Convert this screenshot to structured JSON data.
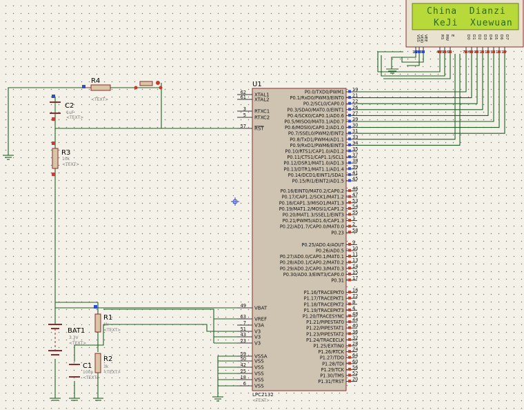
{
  "lcd": {
    "line1": "China  Dianzi",
    "line2": "KeJi  Xuewuan",
    "pins": [
      "VSS",
      "VDD",
      "VEE",
      "RS",
      "RW",
      "E",
      "D0",
      "D1",
      "D2",
      "D3",
      "D4",
      "D5",
      "D6",
      "D7"
    ],
    "pin_numbers": [
      "1",
      "2",
      "3",
      "4",
      "5",
      "6",
      "7",
      "8",
      "9",
      "10",
      "11",
      "12",
      "13",
      "14"
    ]
  },
  "chip": {
    "ref": "U1",
    "part": "LPC2132",
    "text": "<TEXT>",
    "left_pins": [
      {
        "num": "62",
        "name": "XTAL1"
      },
      {
        "num": "61",
        "name": "XTAL2"
      },
      {
        "num": "3",
        "name": "RTXC1"
      },
      {
        "num": "5",
        "name": "RTXC2"
      },
      {
        "num": "57",
        "name": "RST"
      },
      {
        "num": "49",
        "name": "VBAT"
      },
      {
        "num": "63",
        "name": "VREF"
      },
      {
        "num": "7",
        "name": "V3A"
      },
      {
        "num": "51",
        "name": "V3"
      },
      {
        "num": "43",
        "name": "V3"
      },
      {
        "num": "23",
        "name": "V3"
      },
      {
        "num": "59",
        "name": "VSSA"
      },
      {
        "num": "50",
        "name": "VSS"
      },
      {
        "num": "42",
        "name": "VSS"
      },
      {
        "num": "25",
        "name": "VSS"
      },
      {
        "num": "18",
        "name": "VSS"
      },
      {
        "num": "6",
        "name": "VSS"
      }
    ],
    "right_pins": [
      {
        "num": "19",
        "name": "P0.0/TXD0/PWM1"
      },
      {
        "num": "21",
        "name": "P0.1/RxD0/PWM3/EINT0"
      },
      {
        "num": "22",
        "name": "P0.2/SCL0/CAP0.0"
      },
      {
        "num": "26",
        "name": "P0.3/SDA0/MAT0.0/EINT1"
      },
      {
        "num": "27",
        "name": "P0.4/SCK0/CAP0.1/AD0.6"
      },
      {
        "num": "29",
        "name": "P0.5/MISO0/MAT0.1/AD0.7"
      },
      {
        "num": "30",
        "name": "P0.6/MOSI0/CAP0.2/AD1.0"
      },
      {
        "num": "31",
        "name": "P0.7/SSEL0/PWM2/EINT2"
      },
      {
        "num": "33",
        "name": "P0.8/TxD1/PWM4/AD1.1"
      },
      {
        "num": "34",
        "name": "P0.9/RxD1/PWM6/EINT3"
      },
      {
        "num": "35",
        "name": "P0.10/RTS1/CAP1.0/AD1.2"
      },
      {
        "num": "37",
        "name": "P0.11/CTS1/CAP1.1/SCL1"
      },
      {
        "num": "38",
        "name": "P0.12/DSR1/MAT1.0/AD1.3"
      },
      {
        "num": "39",
        "name": "P0.13/DTR1/MAT1.1/AD1.4"
      },
      {
        "num": "41",
        "name": "P0.14/DCD1/EINT1/SDA1"
      },
      {
        "num": "45",
        "name": "P0.15/RI1/EINT2/AD1.5"
      },
      {
        "num": "46",
        "name": "P0.16/EINT0/MAT0.2/CAP0.2"
      },
      {
        "num": "47",
        "name": "P0.17/CAP1.2/SCK1/MAT1.2"
      },
      {
        "num": "53",
        "name": "P0.18/CAP1.3/MISO1/MAT1.3"
      },
      {
        "num": "54",
        "name": "P0.19/MAT1.2/MOSI1/CAP1.2"
      },
      {
        "num": "55",
        "name": "P0.20/MAT1.3/SSEL1/EINT3"
      },
      {
        "num": "1",
        "name": "P0.21/PWM5/AD1.6/CAP1.3"
      },
      {
        "num": "2",
        "name": "P0.22/AD1.7/CAP0.0/MAT0.0"
      },
      {
        "num": "58",
        "name": "P0.23"
      },
      {
        "num": "9",
        "name": "P0.25/AD0.4/AOUT"
      },
      {
        "num": "10",
        "name": "P0.26/AD0.5"
      },
      {
        "num": "11",
        "name": "P0.27/AD0.0/CAP0.1/MAT0.1"
      },
      {
        "num": "13",
        "name": "P0.28/AD0.1/CAP0.2/MAT0.2"
      },
      {
        "num": "14",
        "name": "P0.29/AD0.2/CAP0.3/MAT0.3"
      },
      {
        "num": "15",
        "name": "P0.30/AD0.3/EINT3/CAP0.0"
      },
      {
        "num": "17",
        "name": "P0.31"
      },
      {
        "num": "16",
        "name": "P1.16/TRACEPKT0"
      },
      {
        "num": "12",
        "name": "P1.17/TRACEPKT1"
      },
      {
        "num": "8",
        "name": "P1.18/TRACEPKT2"
      },
      {
        "num": "4",
        "name": "P1.19/TRACEPKT3"
      },
      {
        "num": "48",
        "name": "P1.20/TRACESYNC"
      },
      {
        "num": "44",
        "name": "P1.21/PIPESTAT0"
      },
      {
        "num": "40",
        "name": "P1.22/PIPESTAT1"
      },
      {
        "num": "36",
        "name": "P1.23/PIPESTAT2"
      },
      {
        "num": "32",
        "name": "P1.24/TRACECLK"
      },
      {
        "num": "28",
        "name": "P1.25/EXTIN0"
      },
      {
        "num": "24",
        "name": "P1.26/RTCK"
      },
      {
        "num": "64",
        "name": "P1.27/TDO"
      },
      {
        "num": "60",
        "name": "P1.28/TDI"
      },
      {
        "num": "56",
        "name": "P1.29/TCK"
      },
      {
        "num": "52",
        "name": "P1.30/TMS"
      },
      {
        "num": "20",
        "name": "P1.31/TRST"
      }
    ]
  },
  "components": {
    "r4": {
      "ref": "R4",
      "value": "<TEXT>"
    },
    "c2": {
      "ref": "C2",
      "value": "1uF",
      "text": "<TEXT>"
    },
    "r3": {
      "ref": "R3",
      "value": "10k",
      "text": "<TEXT>"
    },
    "r1": {
      "ref": "R1",
      "value": "1k",
      "text": "<TEXT>"
    },
    "r2": {
      "ref": "R2",
      "value": "3k",
      "text": "<TEXT>"
    },
    "bat1": {
      "ref": "BAT1",
      "value": "3.3V",
      "text": "<TEXT>"
    },
    "c1": {
      "ref": "C1",
      "value": "100p",
      "text": "<TEXT>"
    }
  },
  "colors": {
    "wire": "#1b5e20",
    "body": "#cfc4b2",
    "outline": "#8b2b2b",
    "lcd_bg": "#b8d93a"
  }
}
